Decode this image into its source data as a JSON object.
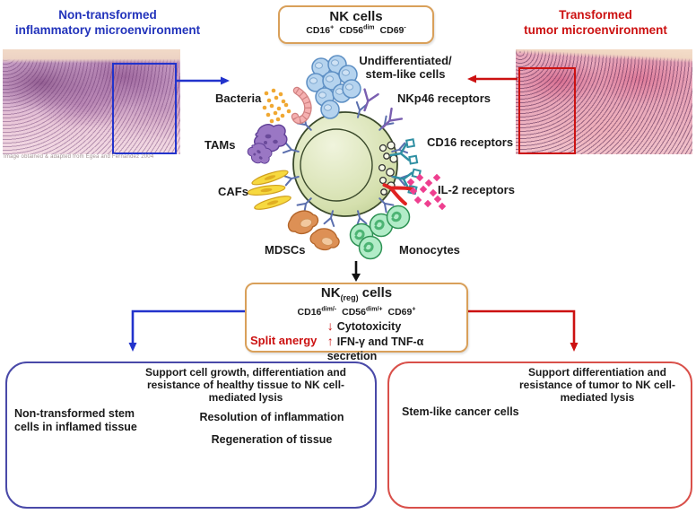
{
  "colors": {
    "accent_blue": "#2233bb",
    "accent_red": "#cc1111",
    "box_border_tan": "#d9a05a",
    "panel_border_blue": "#4949a8",
    "panel_border_red": "#d9504a"
  },
  "top": {
    "left_title": [
      "Non-transformed",
      "inflammatory microenvironment"
    ],
    "right_title": [
      "Transformed",
      "tumor microenvironment"
    ],
    "image_caption": "Image obtained & adapted from Egea and Fernandez 2004"
  },
  "nk_box": {
    "title": "NK cells",
    "markers": [
      {
        "name": "CD16",
        "sup": "+"
      },
      {
        "name": "CD56",
        "sup": "dim"
      },
      {
        "name": "CD69",
        "sup": "-"
      }
    ]
  },
  "cell_diagram": {
    "labels": {
      "undiff_line1": "Undifferentiated/",
      "undiff_line2": "stem-like cells",
      "bacteria": "Bacteria",
      "tams": "TAMs",
      "cafs": "CAFs",
      "mdscs": "MDSCs",
      "monocytes": "Monocytes",
      "nkp46": "NKp46 receptors",
      "cd16": "CD16 receptors",
      "il2": "IL-2 receptors"
    }
  },
  "nkreg_box": {
    "title_pre": "NK",
    "title_sub": "(reg)",
    "title_post": " cells",
    "markers": [
      {
        "name": "CD16",
        "sup": "dim/-"
      },
      {
        "name": "CD56",
        "sup": "dim/+"
      },
      {
        "name": "CD69",
        "sup": "+"
      }
    ],
    "split_anergy_label": "Split anergy",
    "effects": [
      {
        "icon": "↓",
        "text": "Cytotoxicity"
      },
      {
        "icon": "↑",
        "text": "IFN-γ and TNF-α secretion"
      }
    ]
  },
  "left_panel": {
    "title": "Support cell growth, differentiation and resistance of healthy tissue to NK cell-mediated lysis",
    "stem_label": "Non-transformed stem cells in inflamed tissue",
    "resolution_label": "Resolution of inflammation",
    "regeneration_label": "Regeneration of tissue"
  },
  "right_panel": {
    "title": "Support differentiation and resistance of tumor to NK cell-mediated lysis",
    "cancer_label": "Stem-like cancer cells"
  }
}
